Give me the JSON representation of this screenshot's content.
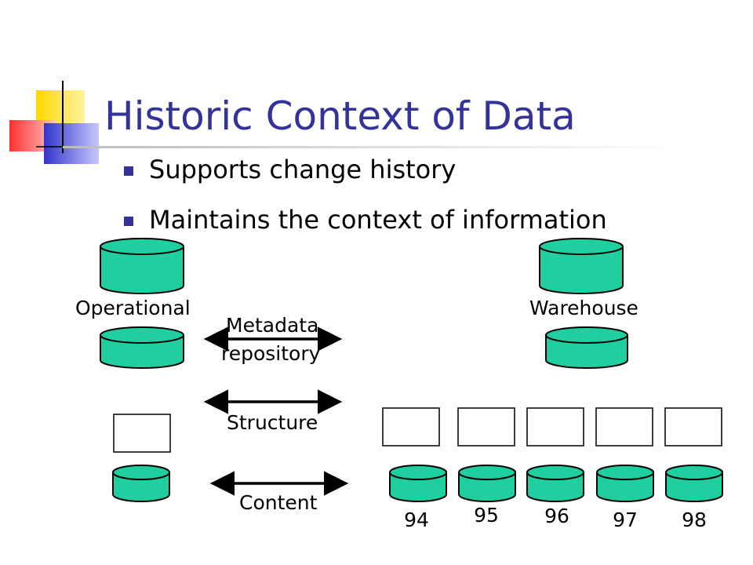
{
  "title": "Historic Context of Data",
  "bullets": [
    "Supports change history",
    "Maintains the context of information"
  ],
  "labels": {
    "operational": "Operational",
    "warehouse": "Warehouse",
    "metadata": "Metadata",
    "repository": "repository",
    "structure": "Structure",
    "content": "Content"
  },
  "years": [
    "94",
    "95",
    "96",
    "97",
    "98"
  ],
  "colors": {
    "title": "#333399",
    "cylinder": "#1FCFA0",
    "bullet": "#333399",
    "deco_yellow": "#FFD700",
    "deco_red": "#FF3030",
    "deco_blue": "#3333CC"
  }
}
